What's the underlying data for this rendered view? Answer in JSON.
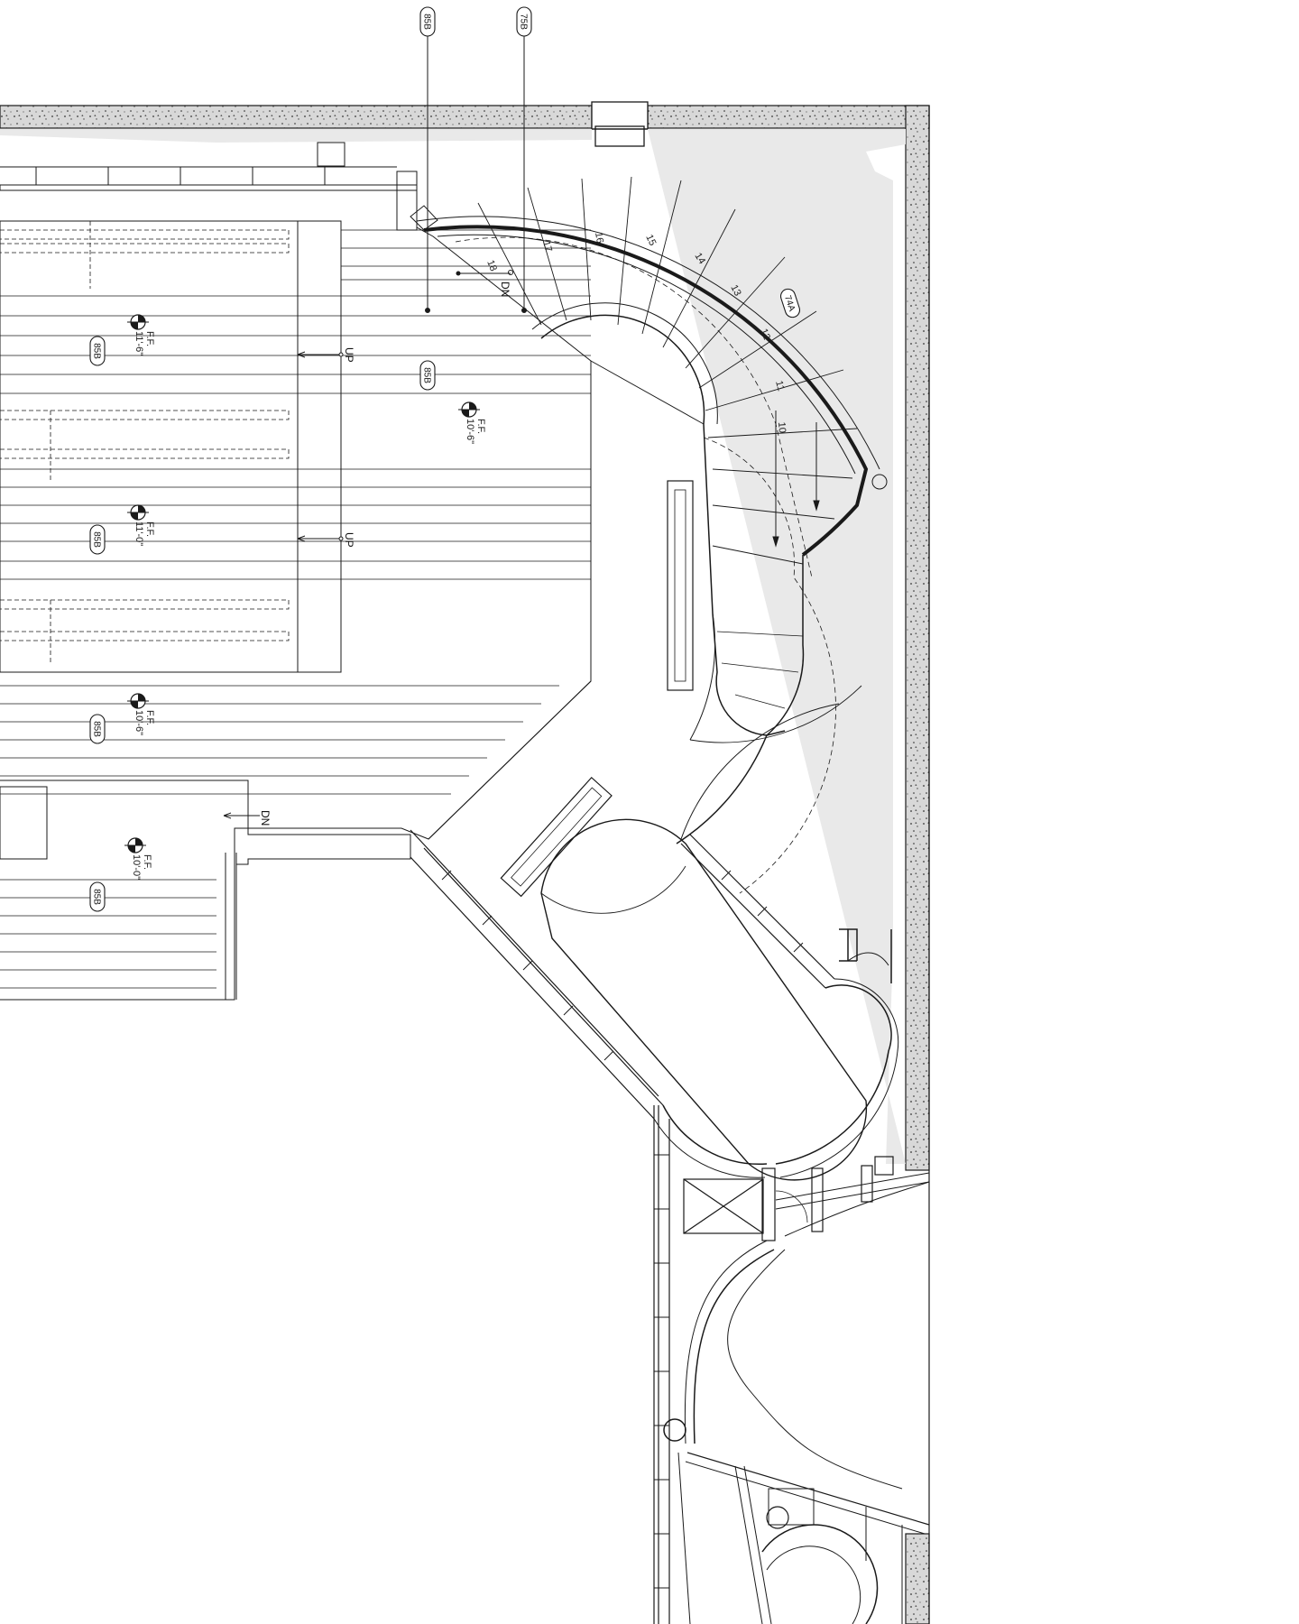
{
  "tags": [
    {
      "id": "tag-85b-top",
      "label": "85B"
    },
    {
      "id": "tag-75b-top",
      "label": "75B"
    },
    {
      "id": "tag-74a",
      "label": "74A"
    },
    {
      "id": "tag-85b-landing",
      "label": "85B"
    },
    {
      "id": "tag-85b-1",
      "label": "85B"
    },
    {
      "id": "tag-85b-2",
      "label": "85B"
    },
    {
      "id": "tag-85b-3",
      "label": "85B"
    },
    {
      "id": "tag-85b-4",
      "label": "85B"
    }
  ],
  "elevations": [
    {
      "id": "elev-1",
      "label": "F.F.",
      "value": "11'-6\""
    },
    {
      "id": "elev-2",
      "label": "F.F.",
      "value": "10'-6\""
    },
    {
      "id": "elev-3",
      "label": "F.F.",
      "value": "11'-0\""
    },
    {
      "id": "elev-4",
      "label": "F.F.",
      "value": "10'-6\""
    },
    {
      "id": "elev-5",
      "label": "F.F.",
      "value": "10'-0\""
    }
  ],
  "steps": [
    "18",
    "17",
    "16",
    "15",
    "14",
    "13",
    "12",
    "11",
    "10"
  ],
  "arrows": {
    "up1": "UP",
    "up2": "UP",
    "dn_stair": "DN",
    "dn_lower": "DN"
  },
  "colors": {
    "line": "#1a1a1a",
    "concrete": "#d9d9d9",
    "shade": "#e6e6e6"
  }
}
